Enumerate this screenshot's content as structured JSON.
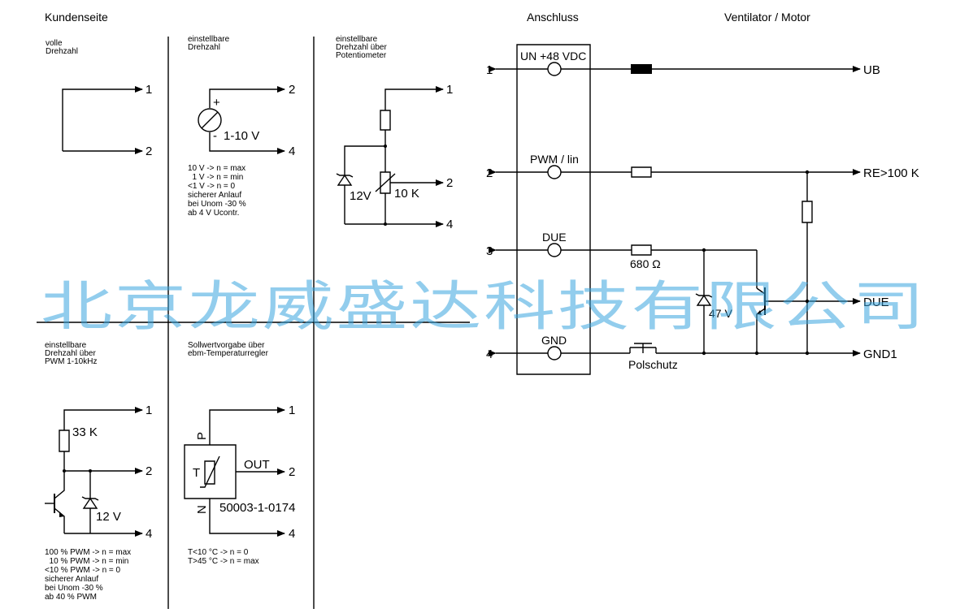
{
  "headings": {
    "customer_side": "Kundenseite",
    "connection": "Anschluss",
    "fan_motor": "Ventilator / Motor"
  },
  "panel_full_speed": {
    "caption_line1": "volle",
    "caption_line2": "Drehzahl",
    "pin1": "1",
    "pin2": "2"
  },
  "panel_adjustable": {
    "caption_line1": "einstellbare",
    "caption_line2": "Drehzahl",
    "plus": "+",
    "minus": "-",
    "voltage": "1-10 V",
    "pin2": "2",
    "pin4": "4",
    "notes": [
      "10 V -> n = max",
      "  1 V -> n = min",
      "<1 V -> n = 0",
      "sicherer Anlauf",
      "bei Unom -30 %",
      "ab 4 V Ucontr."
    ]
  },
  "panel_potentiometer": {
    "caption_line1": "einstellbare",
    "caption_line2": "Drehzahl über",
    "caption_line3": "Potentiometer",
    "zener": "12V",
    "pot": "10 K",
    "pin1": "1",
    "pin2": "2",
    "pin4": "4"
  },
  "panel_pwm": {
    "caption_line1": "einstellbare",
    "caption_line2": "Drehzahl über",
    "caption_line3": "PWM 1-10kHz",
    "resistor": "33 K",
    "zener": "12 V",
    "pin1": "1",
    "pin2": "2",
    "pin4": "4",
    "notes": [
      "100 % PWM -> n = max",
      "  10 % PWM -> n = min",
      "<10 % PWM -> n = 0",
      "sicherer Anlauf",
      "bei Unom -30 %",
      "ab 40 % PWM"
    ]
  },
  "panel_temp": {
    "caption_line1": "Sollwertvorgabe über",
    "caption_line2": "ebm-Temperaturregler",
    "p": "P",
    "n": "N",
    "t": "T",
    "out": "OUT",
    "part": "50003-1-0174",
    "pin1": "1",
    "pin2": "2",
    "pin4": "4",
    "notes": [
      "T<10 °C -> n = 0",
      "T>45 °C -> n = max"
    ]
  },
  "connector": {
    "pins": [
      {
        "num": "1",
        "name": "UN +48 VDC"
      },
      {
        "num": "2",
        "name": "PWM / lin"
      },
      {
        "num": "3",
        "name": "DUE"
      },
      {
        "num": "4",
        "name": "GND"
      }
    ]
  },
  "motor": {
    "ub": "UB",
    "re": "RE>100 K",
    "due": "DUE",
    "gnd1": "GND1",
    "r680": "680 Ω",
    "zener47": "47 V",
    "polschutz": "Polschutz"
  },
  "watermark": "北京龙威盛达科技有限公司"
}
